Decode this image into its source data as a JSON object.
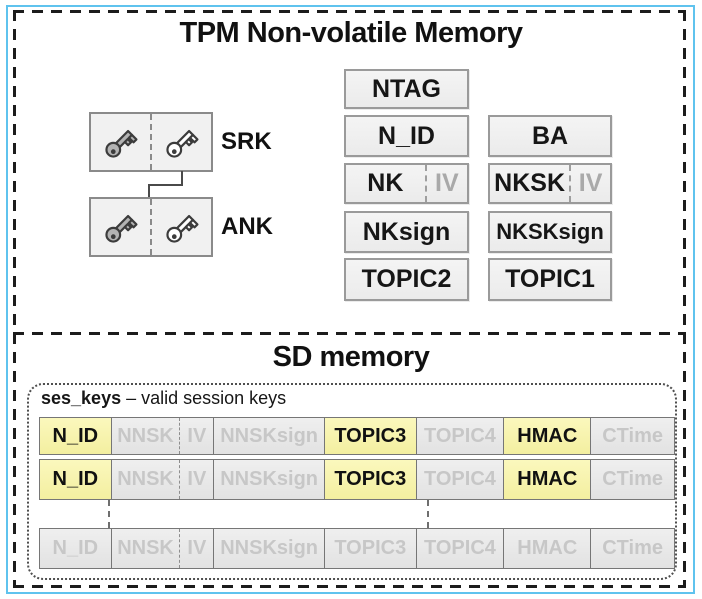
{
  "tpm": {
    "title": "TPM Non-volatile Memory",
    "keys": {
      "srk": "SRK",
      "ank": "ANK"
    },
    "col1": {
      "ntag": "NTAG",
      "nid": "N_ID",
      "nk": "NK",
      "nk_iv": "IV",
      "nksign": "NKsign",
      "topic2": "TOPIC2"
    },
    "col2": {
      "ba": "BA",
      "nksk": "NKSK",
      "nksk_iv": "IV",
      "nksksign": "NKSKsign",
      "topic1": "TOPIC1"
    }
  },
  "sd": {
    "title": "SD memory",
    "ses_keys_name": "ses_keys",
    "ses_keys_desc": "– valid session keys",
    "rows": [
      {
        "cells": [
          "N_ID",
          "NNSK",
          "IV",
          "NNSKsign",
          "TOPIC3",
          "TOPIC4",
          "HMAC",
          "CTime"
        ],
        "highlighted": [
          "N_ID",
          "TOPIC3",
          "HMAC"
        ]
      },
      {
        "cells": [
          "N_ID",
          "NNSK",
          "IV",
          "NNSKsign",
          "TOPIC3",
          "TOPIC4",
          "HMAC",
          "CTime"
        ],
        "highlighted": [
          "N_ID",
          "TOPIC3",
          "HMAC"
        ]
      },
      {
        "cells": [
          "N_ID",
          "NNSK",
          "IV",
          "NNSKsign",
          "TOPIC3",
          "TOPIC4",
          "HMAC",
          "CTime"
        ],
        "highlighted": []
      }
    ]
  },
  "colors": {
    "frame_accent": "#5fc3ee",
    "highlight_yellow": "#f6f3a4",
    "cell_gray": "#e9e9e9",
    "dim_text": "#c7c7c7"
  }
}
